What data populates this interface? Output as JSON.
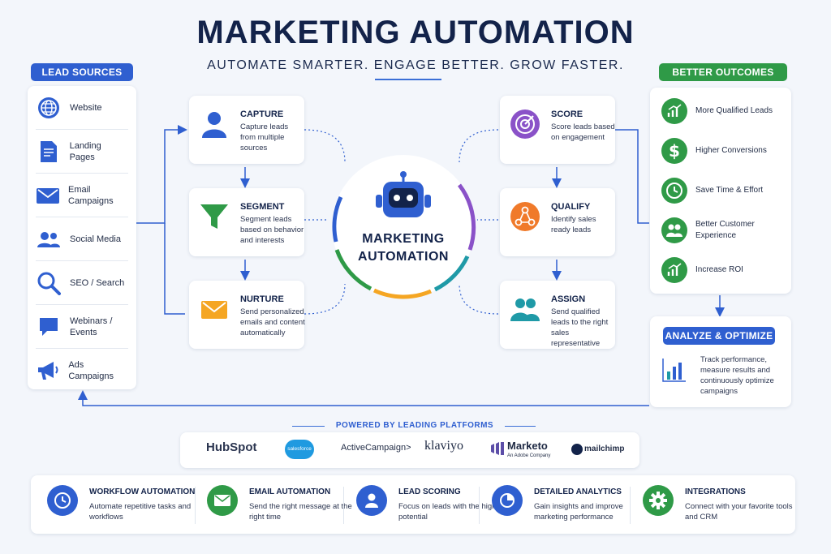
{
  "title": "MARKETING AUTOMATION",
  "subtitle": "AUTOMATE SMARTER. ENGAGE BETTER. GROW FASTER.",
  "lead_sources": {
    "label": "LEAD SOURCES",
    "items": [
      "Website",
      "Landing Pages",
      "Email Campaigns",
      "Social Media",
      "SEO / Search",
      "Webinars / Events",
      "Ads Campaigns"
    ]
  },
  "steps_left": [
    {
      "title": "CAPTURE",
      "desc": "Capture leads from multiple sources"
    },
    {
      "title": "SEGMENT",
      "desc": "Segment leads based on behavior and interests"
    },
    {
      "title": "NURTURE",
      "desc": "Send personalized emails and content automatically"
    }
  ],
  "steps_right": [
    {
      "title": "SCORE",
      "desc": "Score leads based on engagement"
    },
    {
      "title": "QUALIFY",
      "desc": "Identify sales ready leads"
    },
    {
      "title": "ASSIGN",
      "desc": "Send qualified leads to the right sales representative"
    }
  ],
  "center": {
    "line1": "MARKETING",
    "line2": "AUTOMATION"
  },
  "outcomes": {
    "label": "BETTER OUTCOMES",
    "items": [
      "More Qualified Leads",
      "Higher Conversions",
      "Save Time & Effort",
      "Better Customer Experience",
      "Increase ROI"
    ]
  },
  "analyze": {
    "label": "ANALYZE & OPTIMIZE",
    "desc": "Track performance, measure results and continuously optimize campaigns"
  },
  "platforms": {
    "label": "POWERED BY LEADING PLATFORMS",
    "hubspot": "HubSpot",
    "salesforce": "salesforce",
    "activecampaign": "ActiveCampaign>",
    "klaviyo": "klaviyo",
    "marketo": "Marketo",
    "marketo_sub": "An Adobe Company",
    "mailchimp": "mailchimp"
  },
  "features": [
    {
      "title": "WORKFLOW AUTOMATION",
      "desc": "Automate repetitive tasks and workflows"
    },
    {
      "title": "EMAIL AUTOMATION",
      "desc": "Send the right message at the right time"
    },
    {
      "title": "LEAD SCORING",
      "desc": "Focus on leads with the highest potential"
    },
    {
      "title": "DETAILED ANALYTICS",
      "desc": "Gain insights and improve marketing performance"
    },
    {
      "title": "INTEGRATIONS",
      "desc": "Connect with your favorite tools and CRM"
    }
  ],
  "colors": {
    "blue": "#2f5fd0",
    "green": "#2f9a47",
    "navy": "#13234a"
  }
}
